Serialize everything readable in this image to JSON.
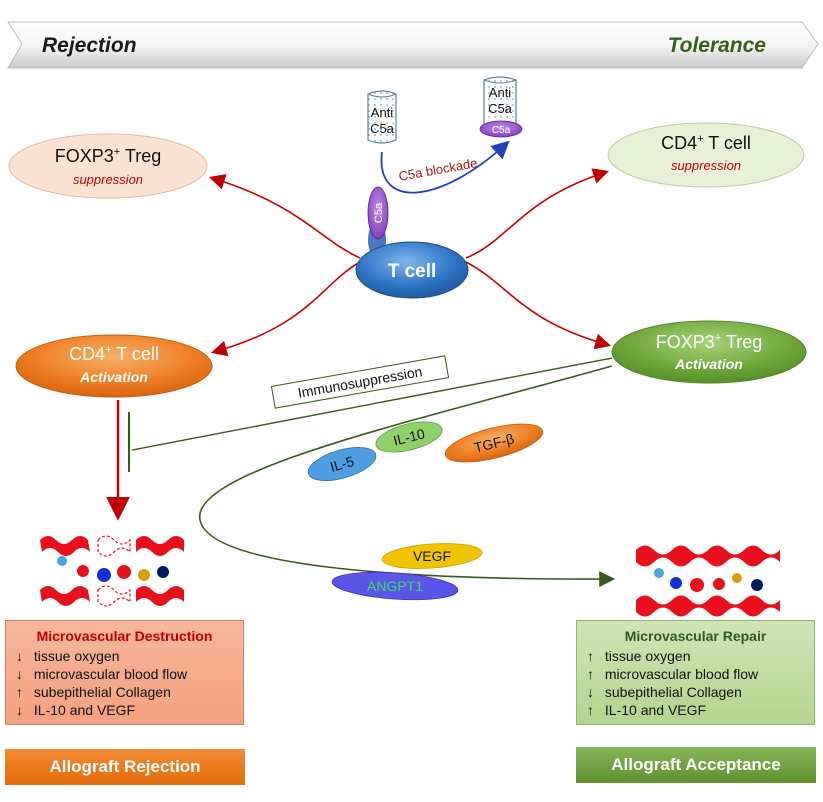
{
  "banner": {
    "left": "Rejection",
    "right": "Tolerance"
  },
  "anti_c5a_free": {
    "line1": "Anti",
    "line2": "C5a"
  },
  "anti_c5a_bound": {
    "line1": "Anti",
    "line2": "C5a",
    "bound": "C5a"
  },
  "c5a_receptor": "C5a",
  "c5a_blockade": "C5a blockade",
  "tcell": "T cell",
  "treg_suppression": {
    "title": "FOXP3",
    "sup": "+",
    "title_rest": " Treg",
    "subtitle": "suppression"
  },
  "cd4_suppression": {
    "title": "CD4",
    "sup": "+",
    "title_rest": " T cell",
    "subtitle": "suppression"
  },
  "cd4_activation": {
    "title": "CD4",
    "sup": "+",
    "title_rest": " T cell",
    "subtitle": "Activation"
  },
  "treg_activation": {
    "title": "FOXP3",
    "sup": "+",
    "title_rest": " Treg",
    "subtitle": "Activation"
  },
  "immunosuppression": "Immunosuppression",
  "cytokines": {
    "il10": "IL-10",
    "tgfb": "TGF-β",
    "il5": "IL-5",
    "vegf": "VEGF",
    "angpt1": "ANGPT1"
  },
  "destruction": {
    "title": "Microvascular Destruction",
    "items": [
      {
        "arrow": "↓",
        "text": " tissue oxygen"
      },
      {
        "arrow": "↓",
        "text": " microvascular blood flow"
      },
      {
        "arrow": "↑",
        "text": " subepithelial Collagen"
      },
      {
        "arrow": "↓",
        "text": " IL-10 and VEGF"
      }
    ]
  },
  "repair": {
    "title": "Microvascular Repair",
    "items": [
      {
        "arrow": "↑",
        "text": " tissue oxygen"
      },
      {
        "arrow": "↑",
        "text": " microvascular blood flow"
      },
      {
        "arrow": "↓",
        "text": " subepithelial Collagen"
      },
      {
        "arrow": "↑",
        "text": " IL-10 and VEGF"
      }
    ]
  },
  "footer": {
    "rejection": "Allograft Rejection",
    "acceptance": "Allograft Acceptance"
  },
  "colors": {
    "rejection_orange": "#e46c0a",
    "acceptance_green": "#5f9130",
    "arrow_red": "#c00000",
    "blockade_blue": "#1f3fbf",
    "tcell_blue": "#2e75b6",
    "c5a_purple": "#7030a0"
  }
}
